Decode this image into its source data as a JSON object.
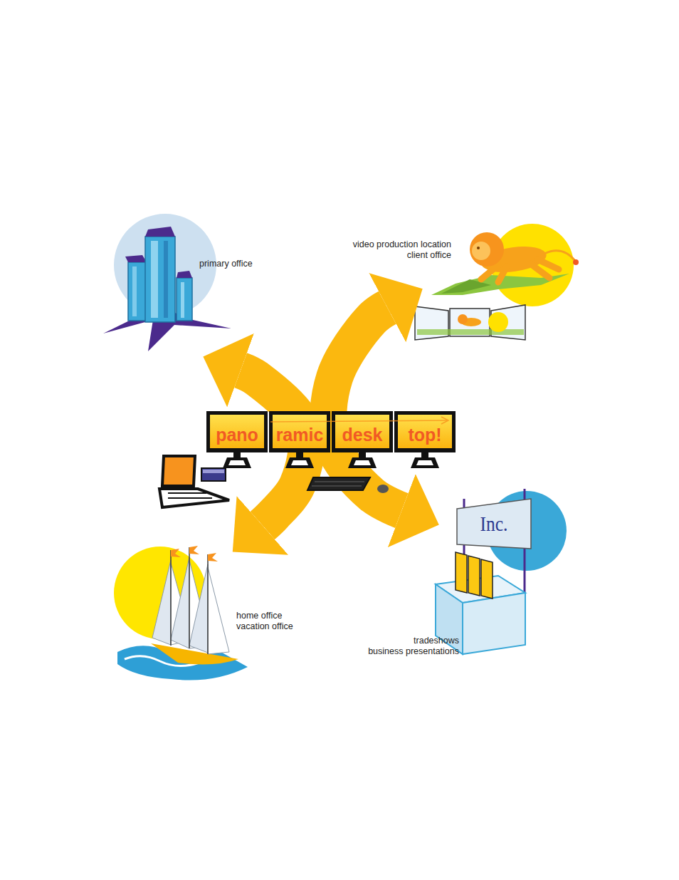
{
  "diagram": {
    "nodes": [
      {
        "text": [
          "primary office"
        ]
      },
      {
        "text": [
          "video production location",
          "client office"
        ]
      },
      {
        "text": [
          "pano",
          "ramic",
          "desk",
          "top!"
        ]
      },
      {
        "text": [
          "home office",
          "vacation office"
        ]
      },
      {
        "text": [
          "tradeshows",
          "business presentations"
        ]
      }
    ],
    "edges": [
      {
        "from": 0,
        "to": 3,
        "arrow": "both"
      },
      {
        "from": 1,
        "to": 4,
        "arrow": "both"
      }
    ],
    "labels": [
      "Inc."
    ]
  }
}
